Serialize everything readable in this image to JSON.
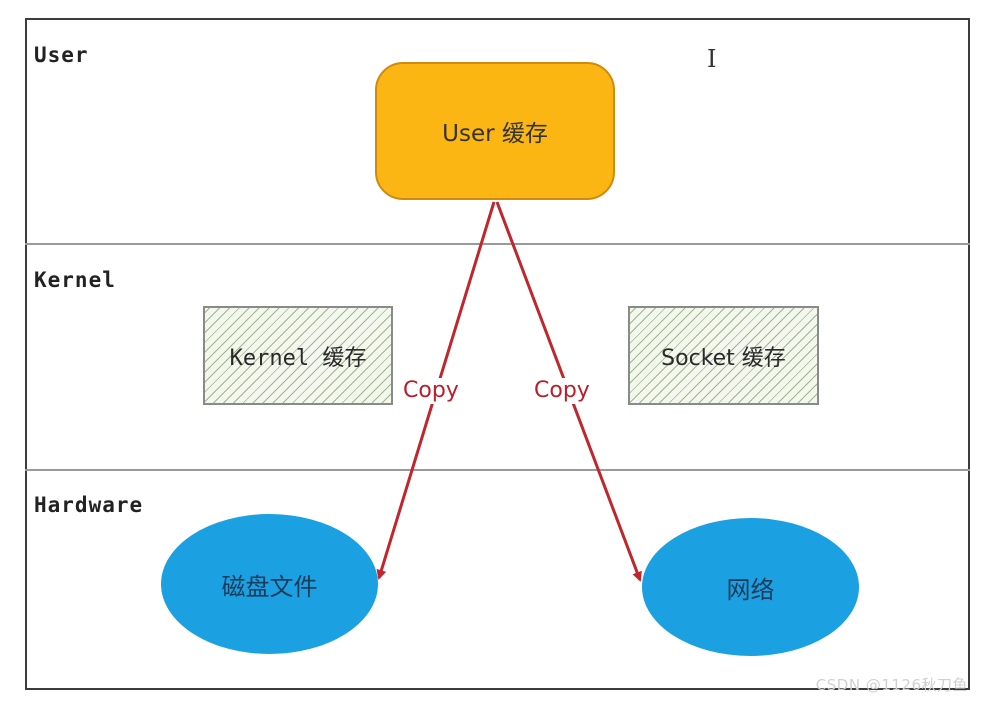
{
  "layers": {
    "user": "User",
    "kernel": "Kernel",
    "hardware": "Hardware"
  },
  "nodes": {
    "user_cache": "User 缓存",
    "kernel_cache": "Kernel 缓存",
    "socket_cache": "Socket 缓存",
    "disk_file": "磁盘文件",
    "network": "网络"
  },
  "edges": {
    "left_copy": "Copy",
    "right_copy": "Copy"
  },
  "cursor_glyph": "I",
  "watermark": "CSDN @1126秋刀鱼",
  "colors": {
    "user_cache_fill": "#fbb614",
    "hardware_fill": "#1ba1e2",
    "arrow": "#c0272d",
    "hatch": "#9db68a"
  }
}
